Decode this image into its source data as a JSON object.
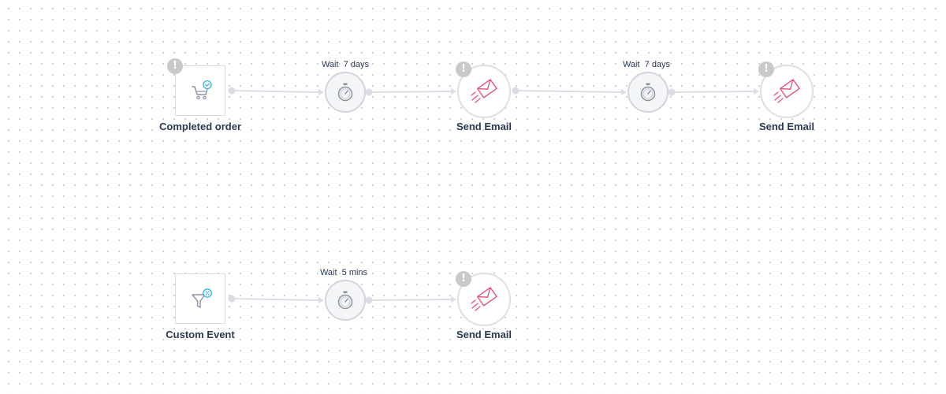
{
  "workflow": {
    "row1": {
      "trigger": {
        "label": "Completed order",
        "icon": "cart-check-icon"
      },
      "wait1": {
        "label": "Wait  7 days",
        "icon": "stopwatch-icon"
      },
      "email1": {
        "label": "Send Email",
        "icon": "envelope-send-icon"
      },
      "wait2": {
        "label": "Wait  7 days",
        "icon": "stopwatch-icon"
      },
      "email2": {
        "label": "Send Email",
        "icon": "envelope-send-icon"
      }
    },
    "row2": {
      "trigger": {
        "label": "Custom Event",
        "icon": "funnel-percent-icon"
      },
      "wait1": {
        "label": "Wait  5 mins",
        "icon": "stopwatch-icon"
      },
      "email1": {
        "label": "Send Email",
        "icon": "envelope-send-icon"
      }
    }
  },
  "colors": {
    "connector": "#d9dce4",
    "node_border": "#dcdfe4",
    "label_text": "#2a3a55",
    "warning_badge": "#c9c9c9",
    "email_icon": "#e0567a",
    "trigger_accent": "#39b3e0"
  }
}
